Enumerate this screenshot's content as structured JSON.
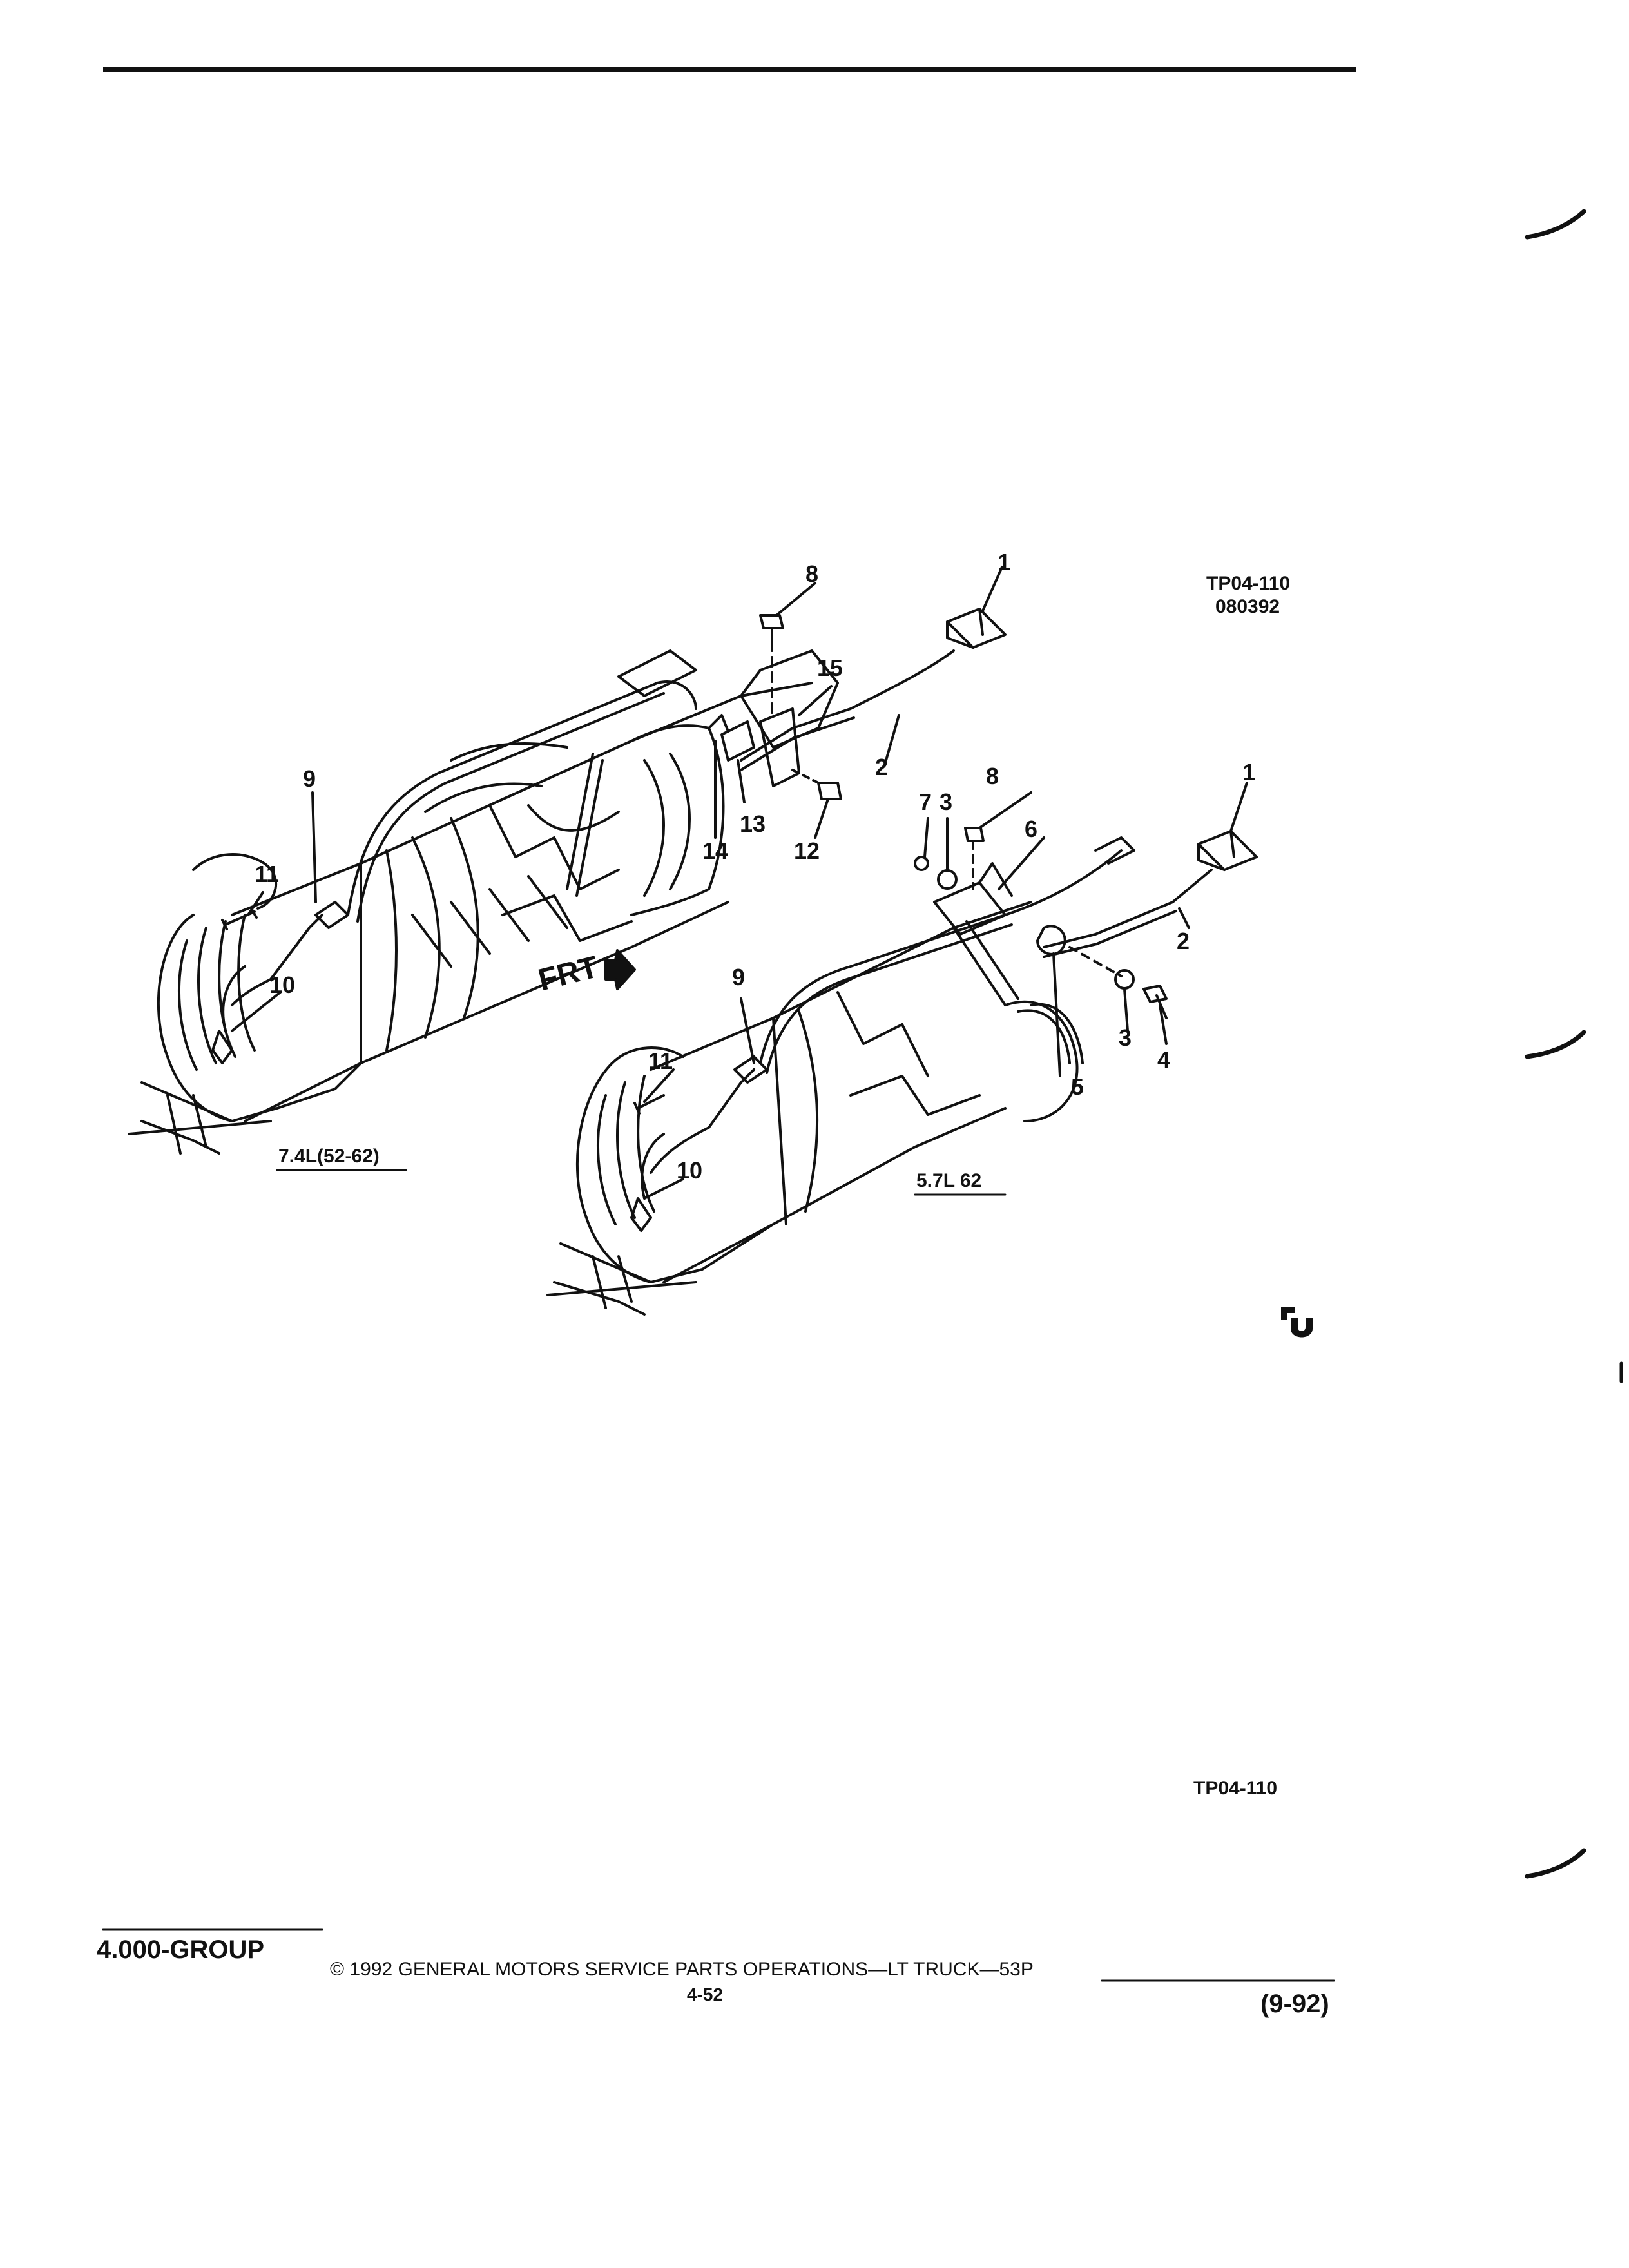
{
  "figure_id": "TP04-110",
  "figure_date": "080392",
  "figure_id_bottom": "TP04-110",
  "front_marker": "FRT",
  "left_view": {
    "engine_label": "7.4L(52-62)",
    "callouts": [
      "1",
      "2",
      "8",
      "9",
      "10",
      "11",
      "12",
      "13",
      "14",
      "15"
    ]
  },
  "right_view": {
    "engine_label": "5.7L 62",
    "callouts": [
      "1",
      "2",
      "3",
      "3",
      "4",
      "5",
      "6",
      "7",
      "8",
      "9",
      "10",
      "11"
    ]
  },
  "footer": {
    "group": "4.000-GROUP",
    "copyright": "© 1992 GENERAL MOTORS SERVICE PARTS OPERATIONS—LT TRUCK—53P",
    "page": "4-52",
    "date": "(9-92)"
  }
}
